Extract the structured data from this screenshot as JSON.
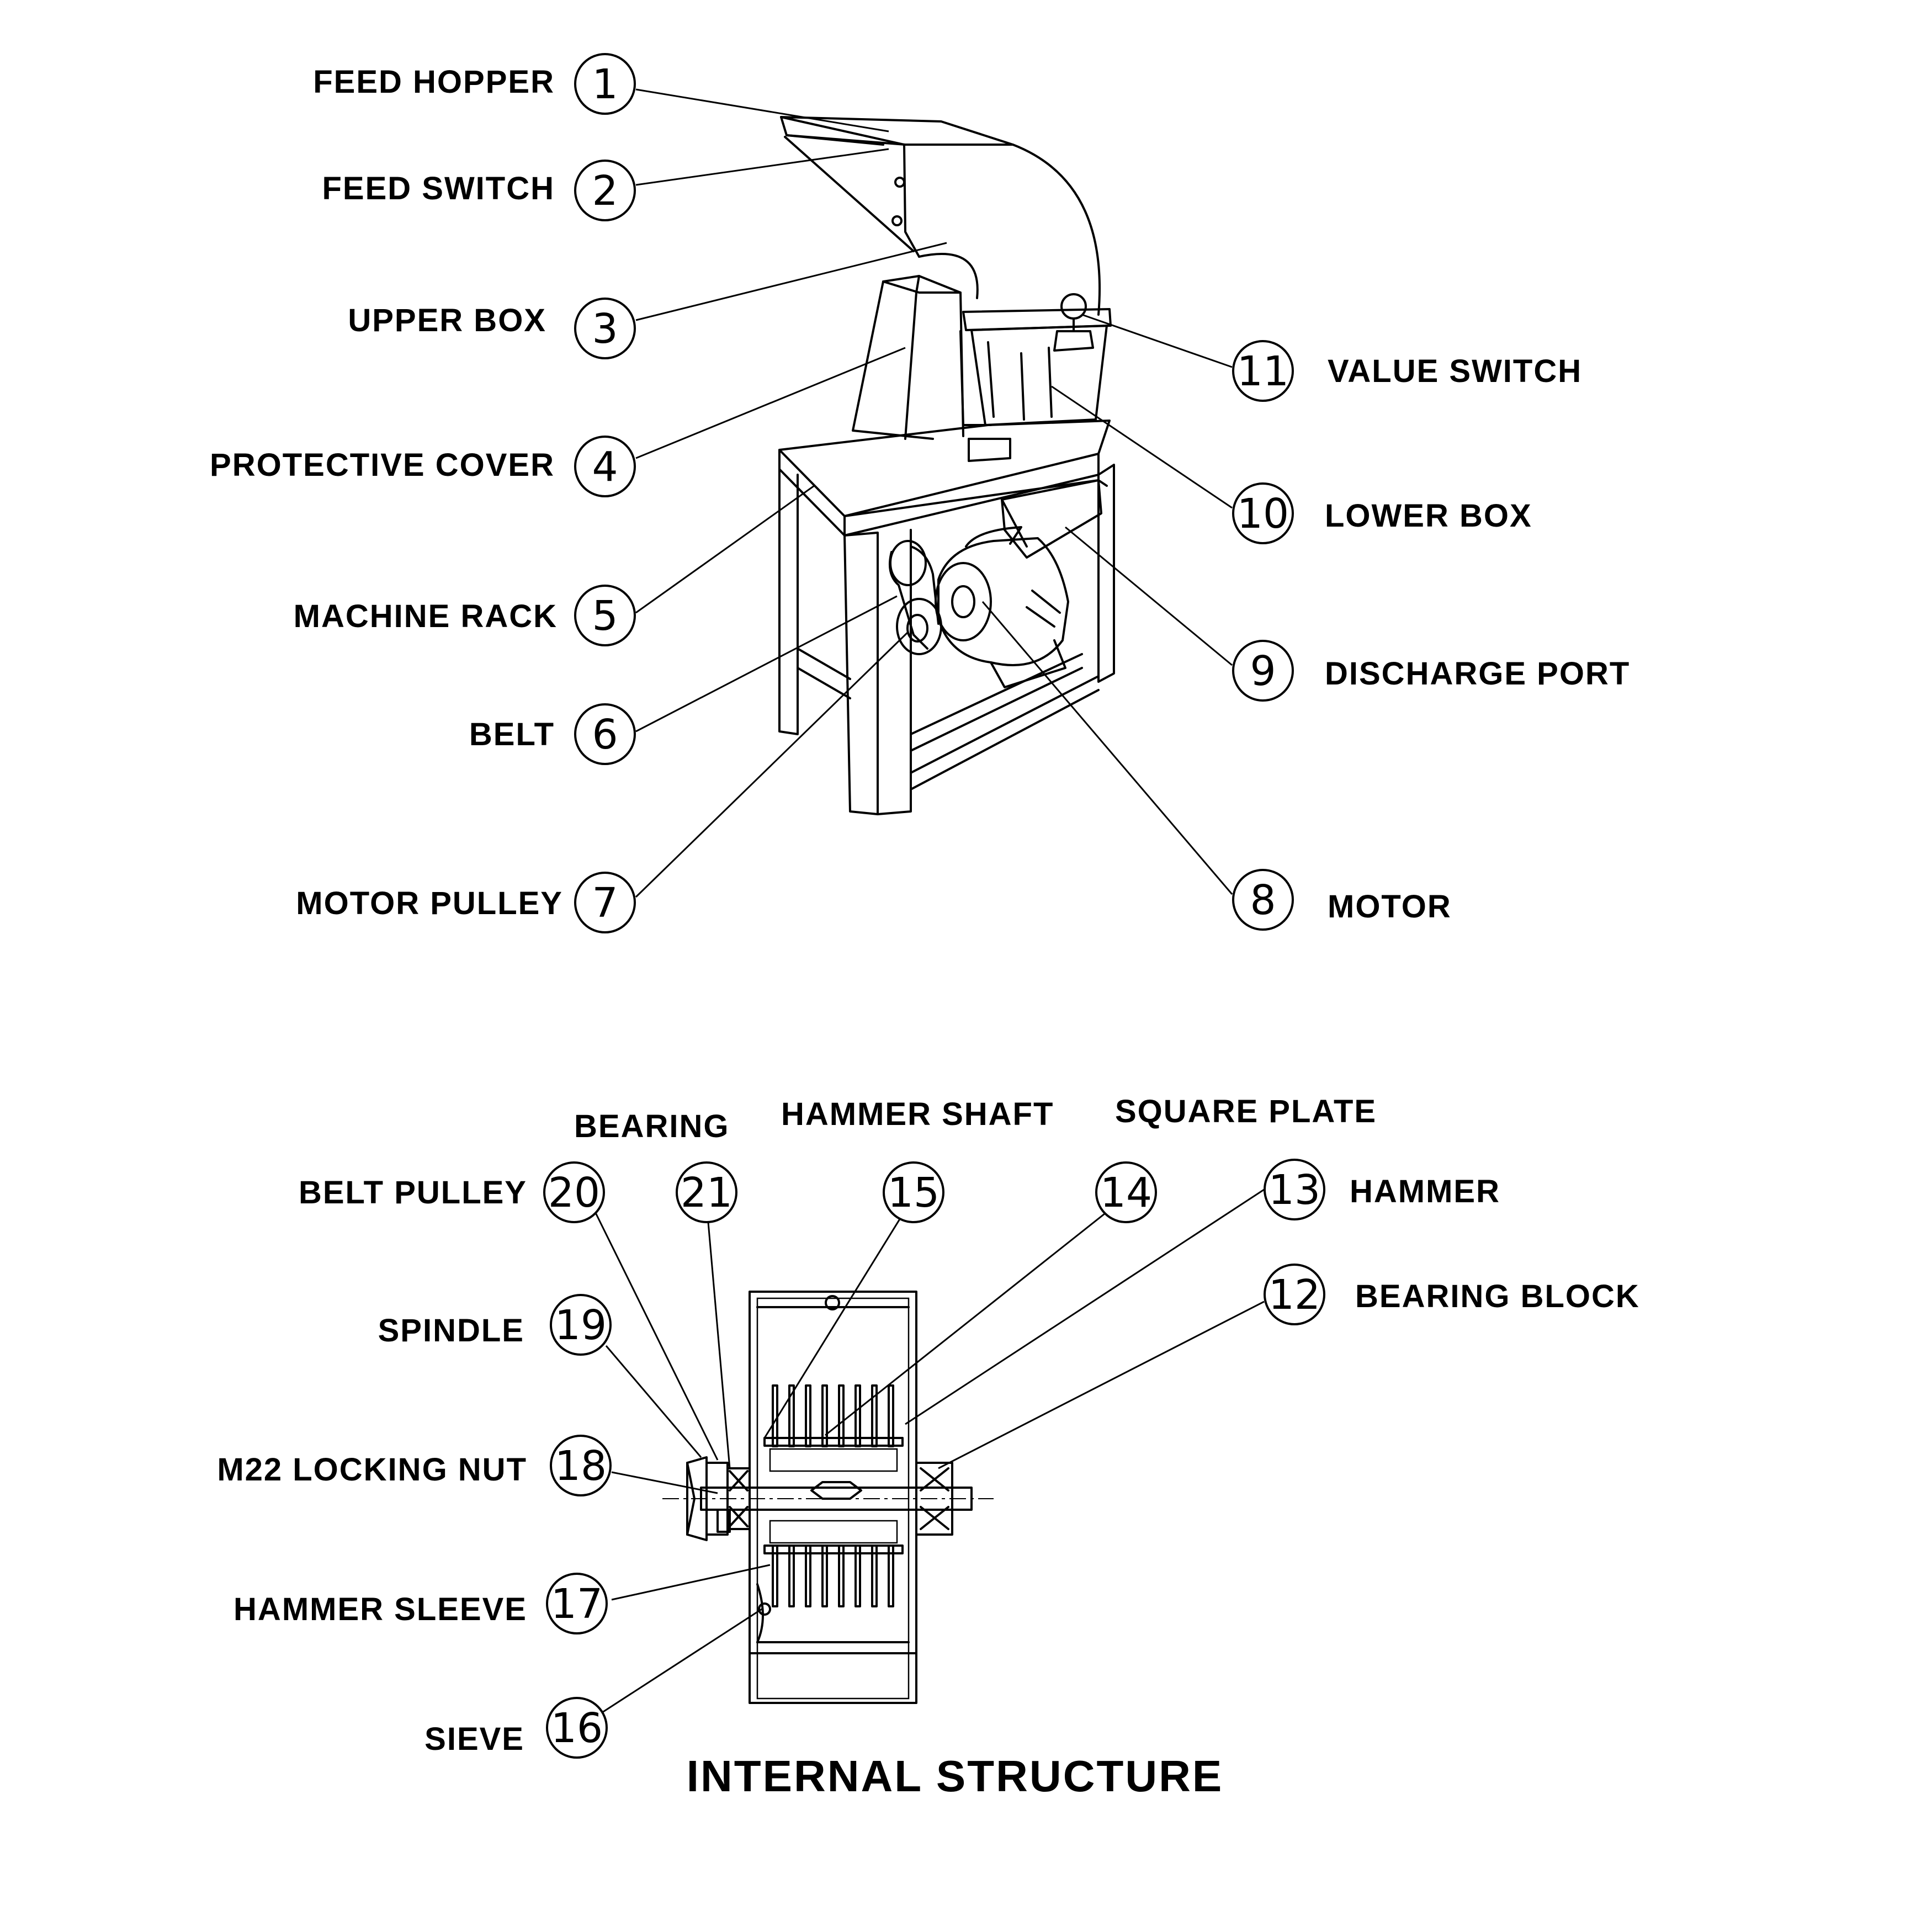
{
  "callouts": [
    {
      "num": "1",
      "label": "FEED HOPPER"
    },
    {
      "num": "2",
      "label": "FEED SWITCH"
    },
    {
      "num": "3",
      "label": "UPPER BOX"
    },
    {
      "num": "4",
      "label": "PROTECTIVE COVER"
    },
    {
      "num": "5",
      "label": "MACHINE RACK"
    },
    {
      "num": "6",
      "label": "BELT"
    },
    {
      "num": "7",
      "label": "MOTOR PULLEY"
    },
    {
      "num": "8",
      "label": "MOTOR"
    },
    {
      "num": "9",
      "label": "DISCHARGE PORT"
    },
    {
      "num": "10",
      "label": "LOWER BOX"
    },
    {
      "num": "11",
      "label": "VALUE SWITCH"
    },
    {
      "num": "12",
      "label": "BEARING BLOCK"
    },
    {
      "num": "13",
      "label": "HAMMER"
    },
    {
      "num": "14",
      "label": "SQUARE PLATE"
    },
    {
      "num": "15",
      "label": "HAMMER SHAFT"
    },
    {
      "num": "16",
      "label": "SIEVE"
    },
    {
      "num": "17",
      "label": "HAMMER SLEEVE"
    },
    {
      "num": "18",
      "label": "M22 LOCKING NUT"
    },
    {
      "num": "19",
      "label": "SPINDLE"
    },
    {
      "num": "20",
      "label": "BELT PULLEY"
    },
    {
      "num": "21",
      "label": "BEARING"
    }
  ],
  "section_title": "INTERNAL STRUCTURE"
}
